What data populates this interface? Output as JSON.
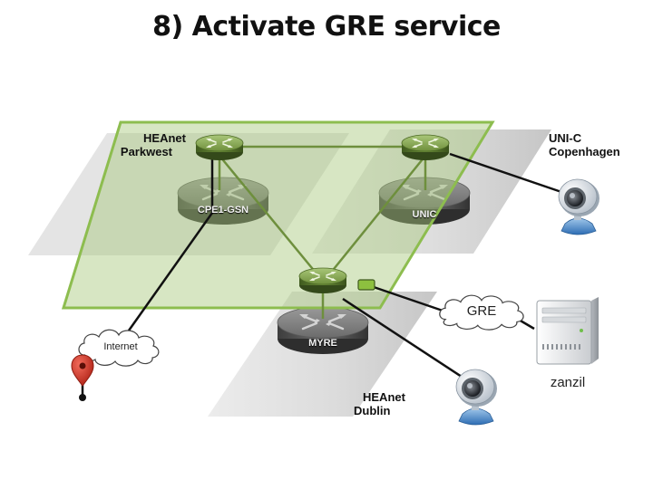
{
  "title": "8) Activate GRE service",
  "sites": {
    "parkwest": [
      "HEAnet",
      "Parkwest"
    ],
    "copenhagen": [
      "UNI-C",
      "Copenhagen"
    ],
    "dublin": [
      "HEAnet",
      "Dublin"
    ]
  },
  "routers": {
    "cpe1": "CPE1-GSN",
    "unic": "UNIC",
    "myre": "MYRE"
  },
  "clouds": {
    "internet": "Internet",
    "gre": "GRE"
  },
  "server": {
    "name": "zanzil"
  },
  "icons": [
    "router-icon",
    "webcam-icon",
    "server-icon",
    "map-pin-icon",
    "cloud-icon",
    "interface-port-icon"
  ],
  "colors": {
    "overlay_green": "#a6c87a",
    "overlay_border": "#8dbd4f",
    "router_green": "#6f8f3c",
    "router_grey": "#7a7a7a",
    "pin_red": "#d93a2b"
  }
}
